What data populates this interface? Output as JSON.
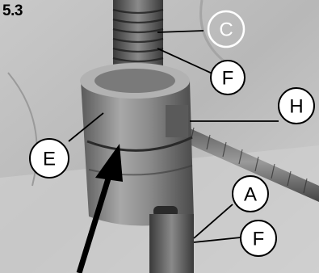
{
  "figure": {
    "number": "5.3"
  },
  "callouts": [
    {
      "id": "C",
      "label": "C",
      "style": "hollow"
    },
    {
      "id": "F-top",
      "label": "F",
      "style": "filled"
    },
    {
      "id": "H",
      "label": "H",
      "style": "filled"
    },
    {
      "id": "E",
      "label": "E",
      "style": "filled"
    },
    {
      "id": "A",
      "label": "A",
      "style": "filled"
    },
    {
      "id": "F-bottom",
      "label": "F",
      "style": "filled"
    }
  ],
  "pointer": {
    "icon": "black-arrow-icon"
  }
}
